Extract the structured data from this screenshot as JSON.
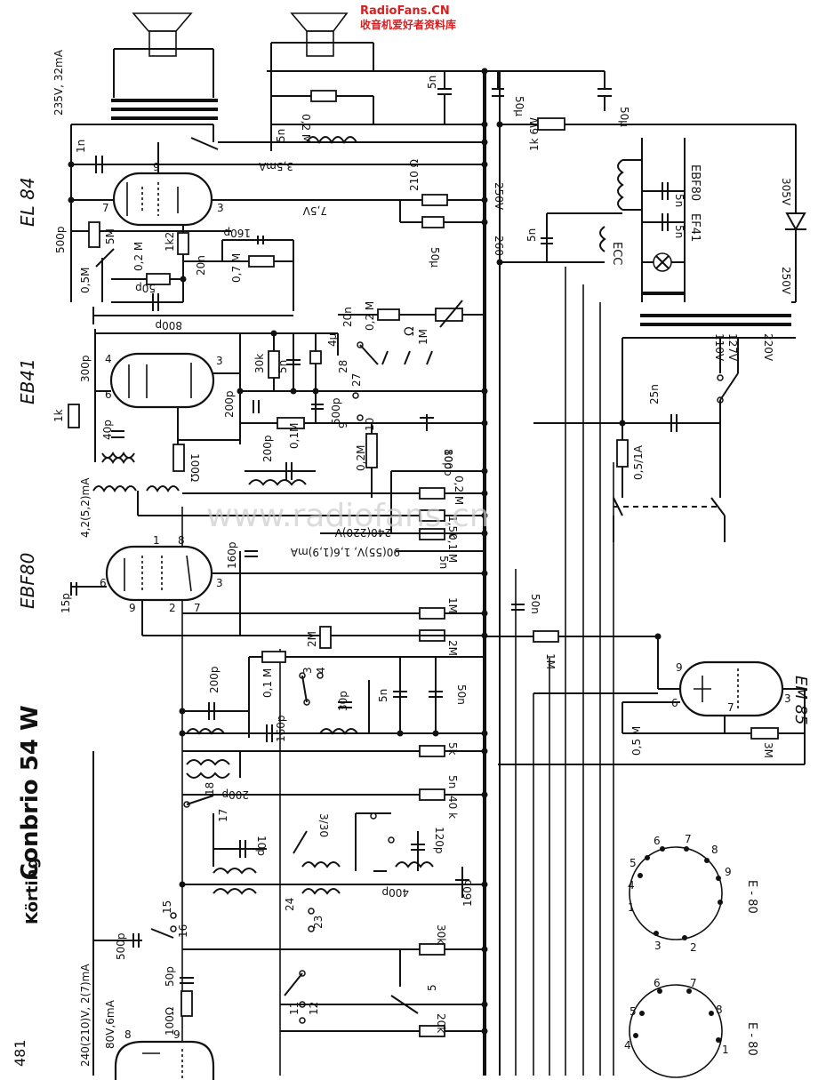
{
  "watermark": {
    "site": "RadioFans.CN",
    "site_cn": "收音机爱好者资料库",
    "center": "www.radiofans.cn"
  },
  "title": {
    "maker": "Körting",
    "model": "Conbrio 54 W",
    "page_fragment": "481"
  },
  "tubes": {
    "el84": "EL 84",
    "eb41": "EB41",
    "ebf80": "EBF80",
    "em85": "EM 85",
    "ebf80_heater": "EBF80",
    "ef41_heater": "EF41",
    "ecc": "ECC"
  },
  "socket_labels": {
    "top": "E - 80",
    "bottom": "E - 80",
    "top_pins": [
      "1",
      "2",
      "3",
      "4",
      "5",
      "6",
      "7",
      "8",
      "9"
    ],
    "bottom_pins": [
      "1",
      "4",
      "5",
      "6",
      "7",
      "8"
    ]
  },
  "voltages": {
    "el84_supply": "235V, 32mA",
    "el84_current": "3,5mA",
    "el84_grid": "7,5V",
    "rail_250": "250V",
    "rail_260": "260",
    "ebf80_supply": "4,2(5,2)mA",
    "ebf80_screen": "240(220)V",
    "ebf80_anode": "90(55)V, 1,6(1,9)mA",
    "rf_supply": "240(210)V, 2(7)mA",
    "rf_aux": "80V,6mA",
    "v305": "305V",
    "v250": "250V",
    "v220": "220V",
    "v127": "127V",
    "v110": "110V"
  },
  "components": [
    "5n",
    "50µ",
    "0,2 M",
    "5n",
    "1k 6W",
    "50µ",
    "1n",
    "210 Ω",
    "50µ",
    "500p",
    "5M",
    "1k2",
    "160p",
    "0,5M",
    "0,2 M",
    "50p",
    "20n",
    "0,7 M",
    "800p",
    "20n",
    "0,2 M",
    "1M",
    "30k",
    "5n",
    "4µ",
    "300p",
    "1k",
    "40p",
    "200p",
    "500p",
    "0,1M",
    "10",
    "80p",
    "0,2M",
    "100Ω",
    "200p",
    "100p",
    "0,2 M",
    "1,5k",
    "0,1 M",
    "5n",
    "160p",
    "15p",
    "1M",
    "50n",
    "2M",
    "2M",
    "1M",
    "200p",
    "0,1 M",
    "160p",
    "30p",
    "5n",
    "50n",
    "5k",
    "200p",
    "40 k",
    "5n",
    "10p",
    "3/30",
    "120p",
    "400p",
    "160p",
    "500p",
    "30k",
    "50p",
    "100Ω",
    "20k",
    "25n",
    "0,5/1A",
    "5n",
    "5n",
    "5n",
    "0,5 M",
    "3M",
    "Ω"
  ],
  "switch_contacts": [
    "28",
    "27",
    "9",
    "3",
    "4",
    "18",
    "17",
    "15",
    "16",
    "24",
    "23",
    "11",
    "12",
    "5"
  ],
  "tube_pins": {
    "el84": [
      "9",
      "7",
      "3"
    ],
    "eb41": [
      "4",
      "6",
      "3"
    ],
    "ebf80": [
      "1",
      "8",
      "6",
      "9",
      "2",
      "7",
      "3"
    ],
    "em85": [
      "9",
      "6",
      "7",
      "3"
    ],
    "rf": [
      "8",
      "9"
    ]
  }
}
